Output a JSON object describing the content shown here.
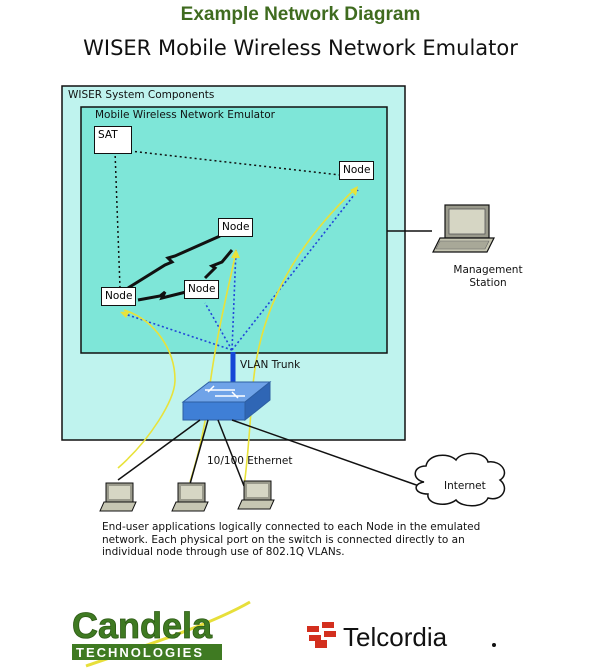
{
  "header": {
    "title": "Example Network Diagram",
    "subtitle": "WISER Mobile Wireless Network Emulator"
  },
  "diagram": {
    "outer_label": "WISER System Components",
    "inner_label": "Mobile Wireless Network Emulator",
    "sat_label": "SAT",
    "node_label": "Node",
    "vlan_label": "VLAN Trunk",
    "ethernet_label": "10/100 Ethernet",
    "internet_label": "Internet",
    "management_label": "Management\nStation",
    "description": "End-user applications logically connected to each Node in the emulated network.  Each physical port on the switch is connected directly to an individual node through use of 802.1Q VLANs."
  },
  "logos": {
    "candela_main": "Candela",
    "candela_sub": "TECHNOLOGIES",
    "telcordia": "Telcordia"
  },
  "colors": {
    "outer_fill": "#bff3ee",
    "inner_fill": "#7ee6d8",
    "title_green": "#3f6b1f",
    "vlan_blue": "#1546d6",
    "dotted_blue": "#2146d8",
    "yellow_link": "#e8e23a",
    "telcordia_red": "#d32f1e"
  }
}
